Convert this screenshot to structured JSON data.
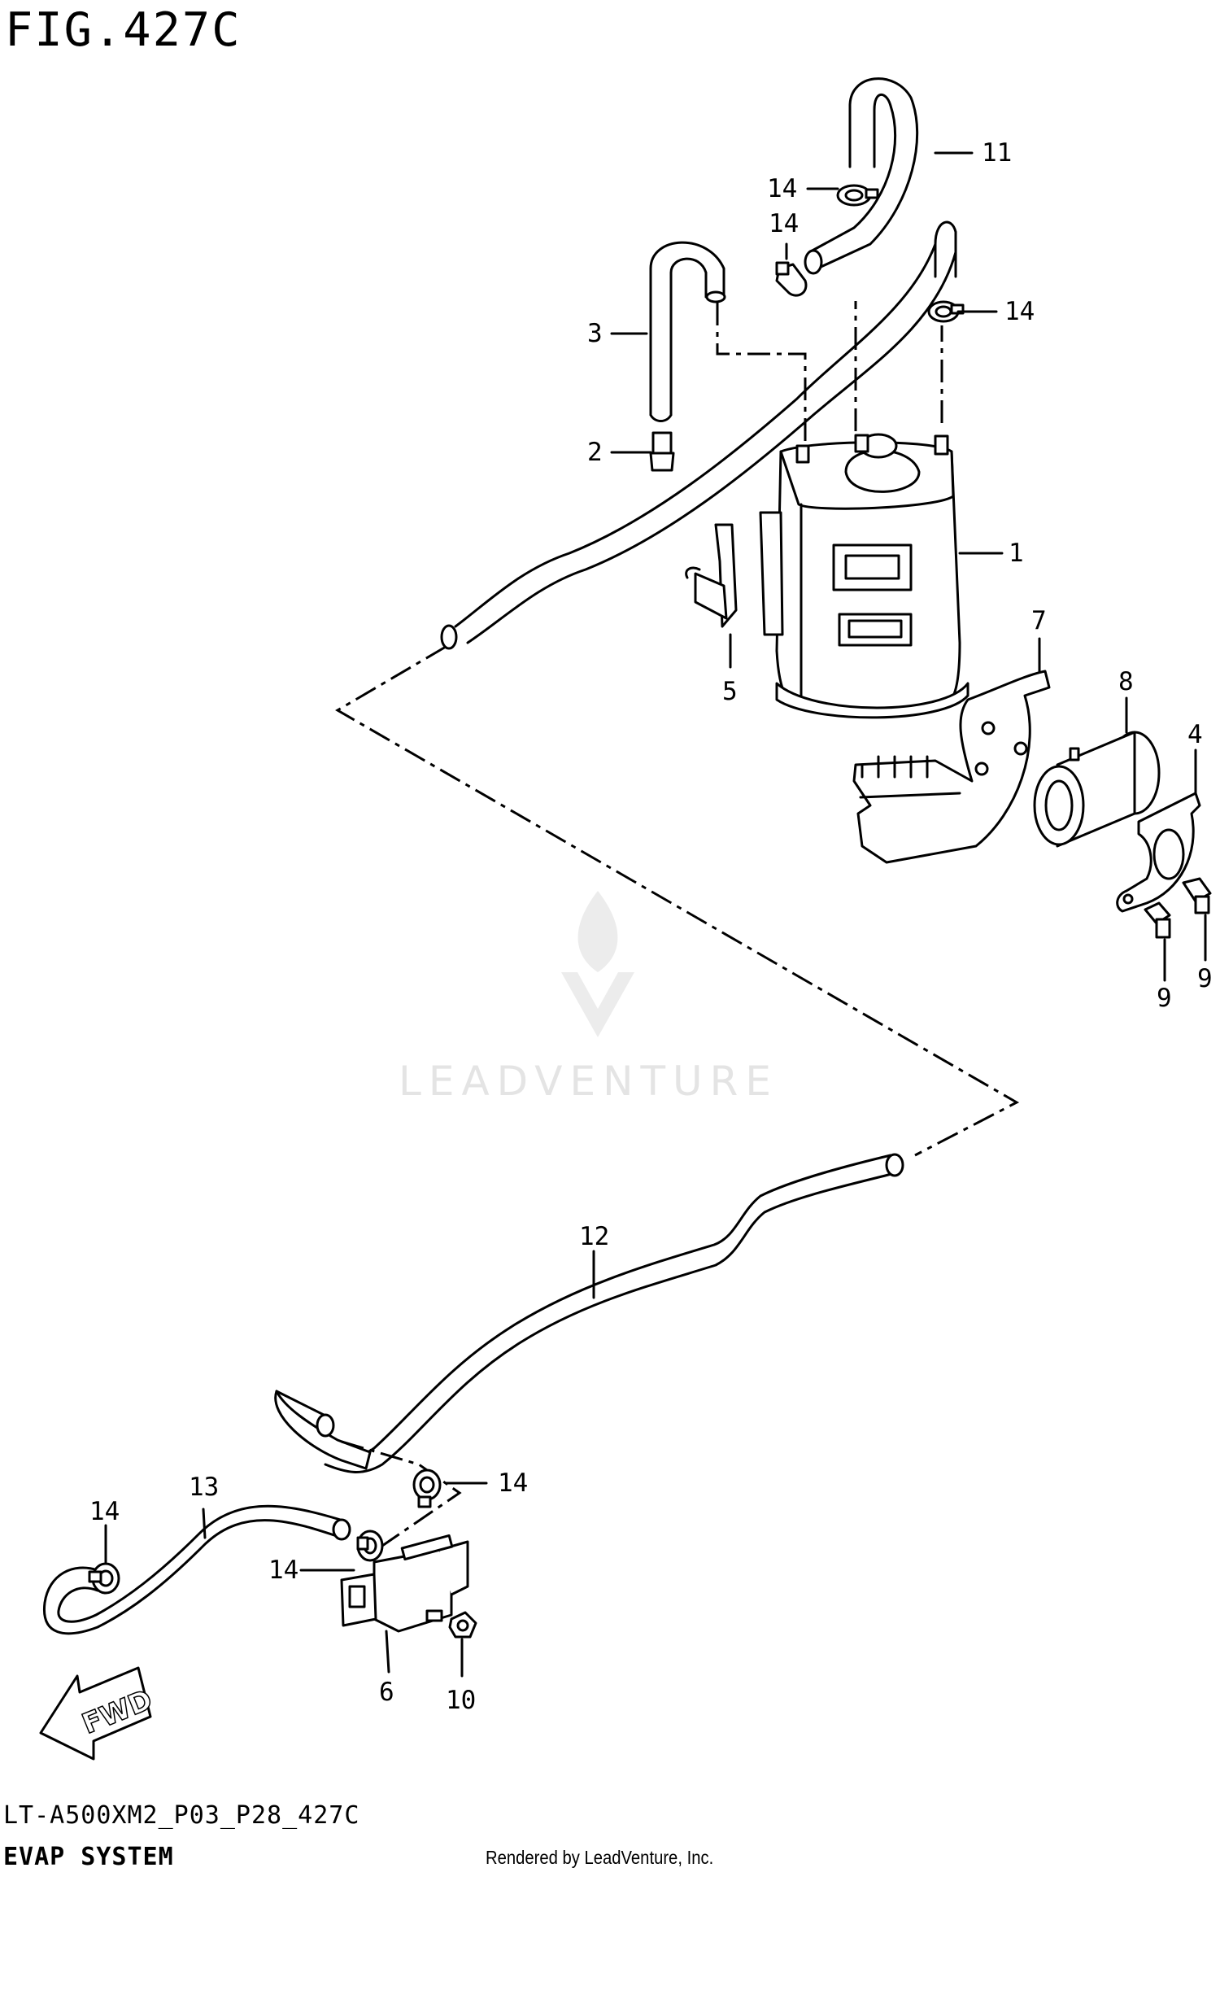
{
  "figure_title": "FIG.427C",
  "diagram_code": "LT-A500XM2_P03_P28_427C",
  "section_name": "EVAP SYSTEM",
  "rendered_by": "Rendered by LeadVenture, Inc.",
  "watermark": "LEADVENTURE",
  "direction_label": "FWD",
  "callouts": {
    "c1": "1",
    "c2": "2",
    "c3": "3",
    "c4": "4",
    "c5": "5",
    "c6": "6",
    "c7": "7",
    "c8": "8",
    "c9a": "9",
    "c9b": "9",
    "c10": "10",
    "c11": "11",
    "c12": "12",
    "c13": "13",
    "c14a": "14",
    "c14b": "14",
    "c14c": "14",
    "c14d": "14",
    "c14e": "14",
    "c14f": "14"
  }
}
